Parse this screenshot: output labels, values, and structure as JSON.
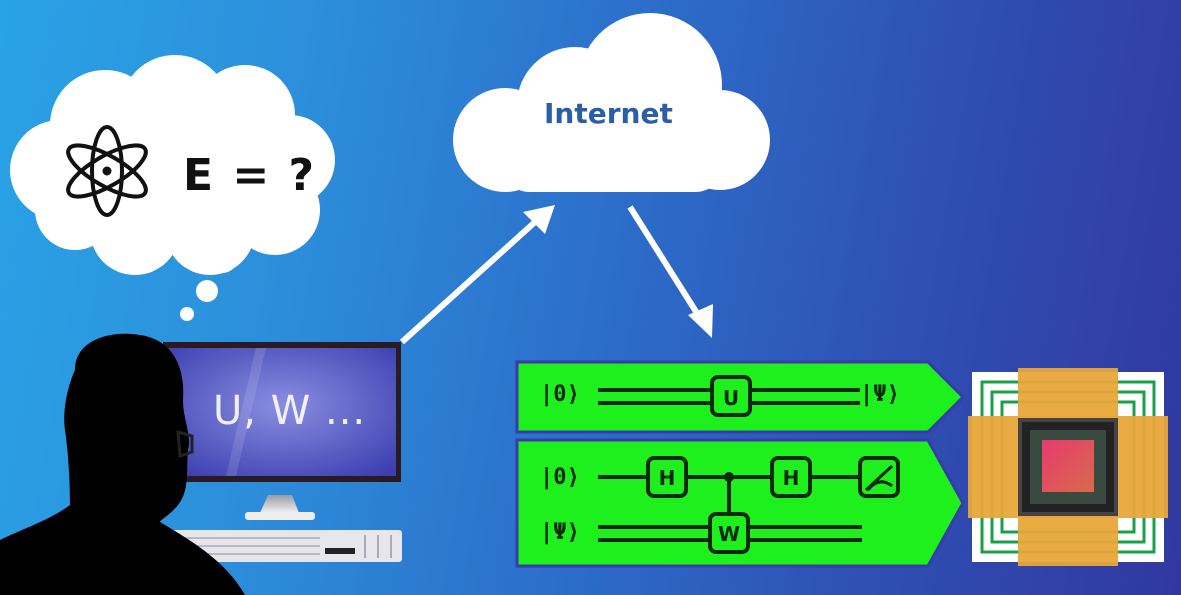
{
  "thought_bubble": {
    "icon": "atom-icon",
    "equation": "E = ?"
  },
  "cloud": {
    "label": "Internet"
  },
  "computer": {
    "screen_text": "U, W ..."
  },
  "circuit_1": {
    "input_state": "|0⟩",
    "gate": "U",
    "output_state": "|Ψ⟩"
  },
  "circuit_2": {
    "qubit_0_state": "|0⟩",
    "qubit_1_state": "|Ψ⟩",
    "gates_top": [
      "H",
      "H"
    ],
    "controlled_gate": "W",
    "measurement_icon": "meter-icon"
  },
  "colors": {
    "background_left": "#2aa2e6",
    "background_right": "#30389f",
    "circuit_panel": "#1ef01e",
    "chip_gold": "#e8a73a",
    "chip_core": "#e0406a"
  }
}
